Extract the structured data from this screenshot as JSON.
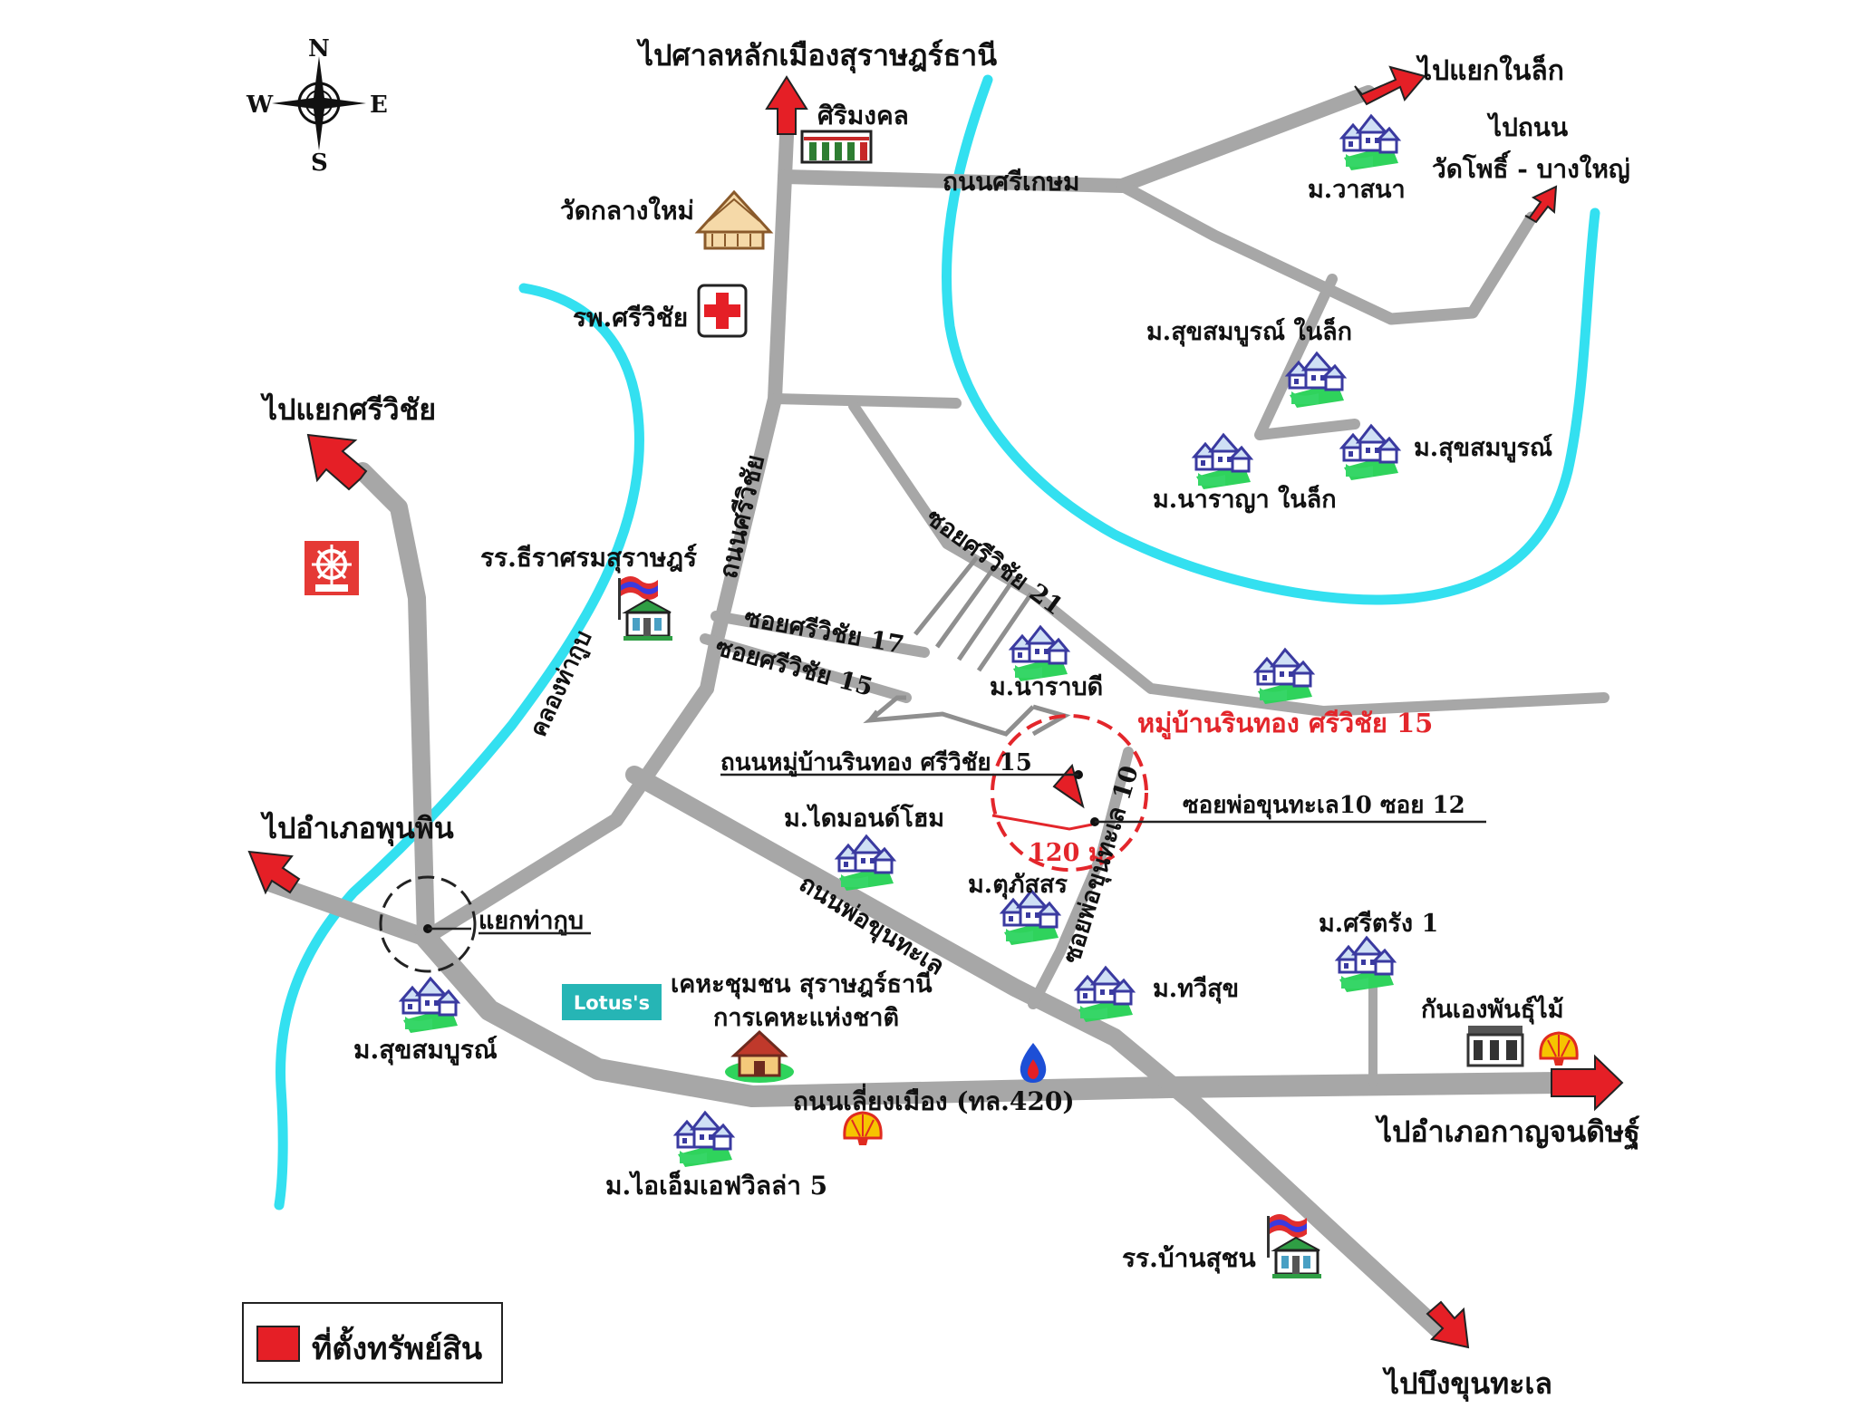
{
  "compass": {
    "n": "N",
    "s": "S",
    "e": "E",
    "w": "W"
  },
  "colors": {
    "road": "#a7a7a7",
    "river": "#33e0f0",
    "arrow": "#e51f26",
    "property": "#e51f26",
    "label_red": "#e3262b"
  },
  "roads": {
    "srikasem": "ถนนศรีเกษม",
    "sriwichai": "ถนนศรีวิชัย",
    "soi21": "ซอยศรีวิชัย 21",
    "soi17": "ซอยศรีวิชัย 17",
    "soi15": "ซอยศรีวิชัย 15",
    "phokhunthale": "ถนนพ่อขุนทะเล",
    "soi_pho10": "ซอยพ่อขุนทะเล 10",
    "bypass": "ถนนเลี่ยงเมือง (ทล.420)",
    "village_road": "ถนนหมู่บ้านรินทอง ศรีวิชัย 15",
    "soi_pho10_12": "ซอยพ่อขุนทะเล10 ซอย 12"
  },
  "canal": "คลองท่ากูบ",
  "directions": {
    "to_city_pillar": "ไปศาลหลักเมืองสุราษฎร์ธานี",
    "to_nailuek": "ไปแยกในล็ก",
    "to_road_line1": "ไปถนน",
    "to_road_line2": "วัดโพธิ์ - บางใหญ่",
    "to_sriwichai_junction": "ไปแยกศรีวิชัย",
    "to_phunphin": "ไปอำเภอพุนพิน",
    "to_kanchanadit": "ไปอำเภอกาญจนดิษฐ์",
    "to_bung": "ไปบึงขุนทะเล"
  },
  "places": {
    "sirimongkol": "ศิริมงคล",
    "wat": "วัดกลางใหม่",
    "hospital": "รพ.ศรีวิชัย",
    "school_thirat": "รร.ธีราศรมสุราษฎร์",
    "wasana": "ม.วาสนา",
    "suksomboon_nailuek": "ม.สุขสมบูรณ์ ในล็ก",
    "suksomboon_1": "ม.สุขสมบูรณ์",
    "naraya": "ม.นาราญา ในล็ก",
    "narabodi": "ม.นาราบดี",
    "target": "หมู่บ้านรินทอง ศรีวิชัย 15",
    "diamond": "ม.ไดมอนด์โฮม",
    "tuphasorn": "ม.ตุภัสสร",
    "thawisuk": "ม.ทวีสุข",
    "sritrang": "ม.ศรีตรัง 1",
    "kan_eng": "กันเองพันธุ์ไม้",
    "junction": "แยกท่ากูบ",
    "suksomboon_2": "ม.สุขสมบูรณ์",
    "lotus": "Lotus's",
    "housing_line1": "เคหะชุมชน สุราษฎร์ธานี",
    "housing_line2": "การเคหะแห่งชาติ",
    "im_villa": "ม.ไอเอ็มเอฟวิลล่า 5",
    "school_bansuchon": "รร.บ้านสุชน"
  },
  "distance": "120 ม.",
  "legend": {
    "label": "ที่ตั้งทรัพย์สิน"
  }
}
